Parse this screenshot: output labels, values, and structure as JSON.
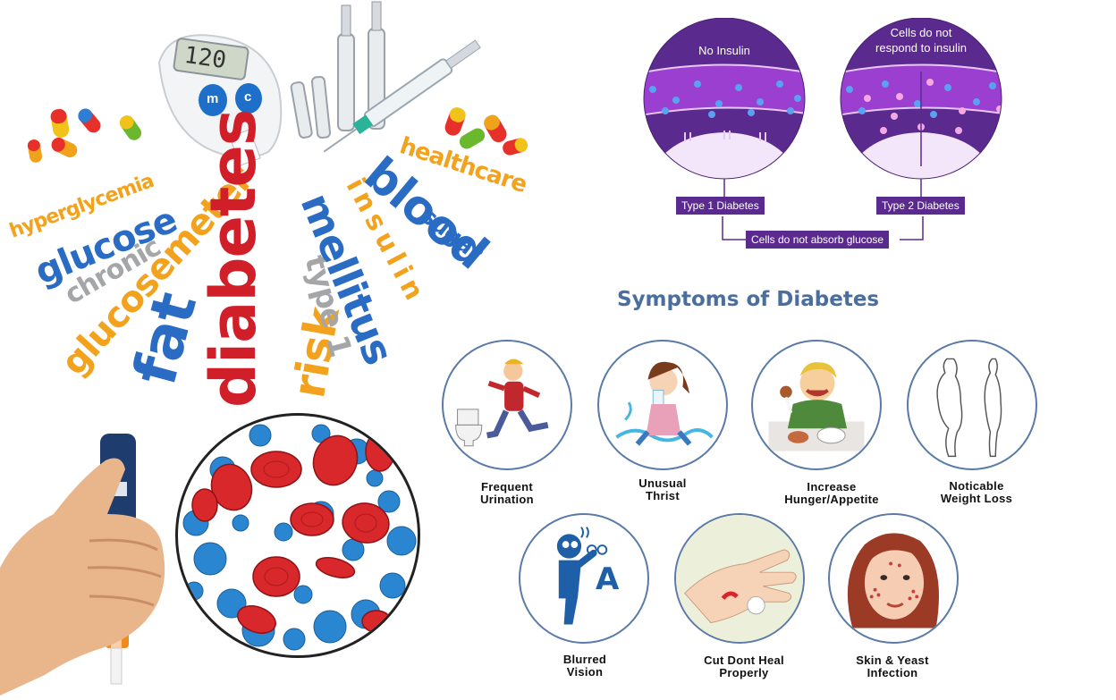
{
  "meter": {
    "reading": "120",
    "button_m": "m",
    "button_c": "c"
  },
  "wordcloud": {
    "hyperglycemia": "hyperglycemia",
    "glucose": "glucose",
    "chronic": "chronic",
    "glucosemeter": "glucosemeter",
    "fat": "fat",
    "diabetes": "diabetes",
    "risk": "risk",
    "mellitus": "mellitus",
    "insulin": "insulin",
    "type1": "type 1",
    "blood": "blood",
    "sugar": "sugar",
    "healthcare": "healthcare"
  },
  "insulin_diagram": {
    "left_label": "No Insulin",
    "right_label_line1": "Cells do not",
    "right_label_line2": "respond to insulin",
    "type1": "Type 1 Diabetes",
    "type2": "Type 2 Diabetes",
    "shared": "Cells do not absorb glucose"
  },
  "symptoms": {
    "title": "Symptoms of Diabetes",
    "items": [
      {
        "line1": "Frequent",
        "line2": "Urination"
      },
      {
        "line1": "Unusual",
        "line2": "Thrist"
      },
      {
        "line1": "Increase",
        "line2": "Hunger/Appetite"
      },
      {
        "line1": "Noticable",
        "line2": "Weight Loss"
      },
      {
        "line1": "Blurred",
        "line2": "Vision"
      },
      {
        "line1": "Cut Dont Heal",
        "line2": "Properly"
      },
      {
        "line1": "Skin & Yeast",
        "line2": "Infection"
      }
    ],
    "vision_letter": "A"
  },
  "colors": {
    "purple": "#5b2a8f",
    "blue": "#2a6cc4",
    "red": "#d11f2a",
    "orange": "#f2a21c",
    "title_blue": "#4a6f9f"
  }
}
